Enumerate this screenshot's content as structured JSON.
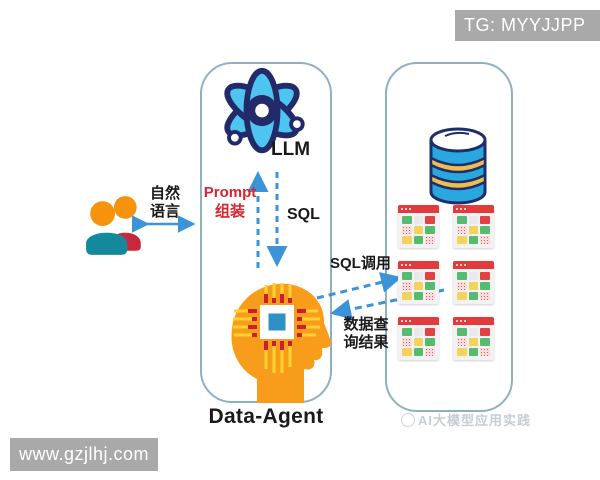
{
  "watermarks": {
    "tg": "TG: MYYJJPP",
    "site": "www.gzjlhj.com",
    "brand": "AI大模型应用实践"
  },
  "left_actor": {
    "icon": "people-icon",
    "label_line1": "自然",
    "label_line2": "语言"
  },
  "agent_panel": {
    "llm_icon": "atom-icon",
    "llm_label": "LLM",
    "prompt_line1": "Prompt",
    "prompt_line2": "组装",
    "sql_label": "SQL",
    "agent_icon": "head-chip-icon",
    "title": "Data-Agent"
  },
  "data_panel": {
    "db_icon": "database-icon",
    "table_icon": "table-window-icon",
    "table_count": 6,
    "sql_call_label": "SQL调用",
    "query_result_line1": "数据查",
    "query_result_line2": "询结果"
  },
  "arrows": {
    "natural_language": "bidirectional",
    "prompt_up": "dashed-up",
    "sql_down": "dashed-down",
    "sql_call": "dashed-right",
    "query_result": "dashed-left"
  },
  "colors": {
    "arrow_blue": "#3b93d8",
    "prompt_red": "#d9232e",
    "panel_border": "#8fb0c2",
    "watermark_bg": "#a9a9a9",
    "atom_navy": "#232a6a",
    "atom_cyan": "#4ec4f0",
    "head_orange": "#f89c1b",
    "chip_red": "#c8202c",
    "chip_core_blue": "#2e90c5",
    "trace_gold": "#ffd22e",
    "db_blue": "#29a8e0",
    "db_gold": "#eebd4e",
    "people_teal": "#13899b",
    "people_crimson": "#c8283c",
    "people_orange": "#f6920b",
    "table_header_red": "#e23b3b",
    "table_cells": {
      "green": "#55bb6e",
      "red": "#e04343",
      "yellow": "#f2d35e",
      "pink": "pink",
      "blank": "#e9e9e9"
    }
  },
  "table_cell_pattern": [
    "green",
    "blank",
    "red",
    "pink",
    "yellow",
    "green",
    "yellow",
    "green",
    "pink"
  ]
}
